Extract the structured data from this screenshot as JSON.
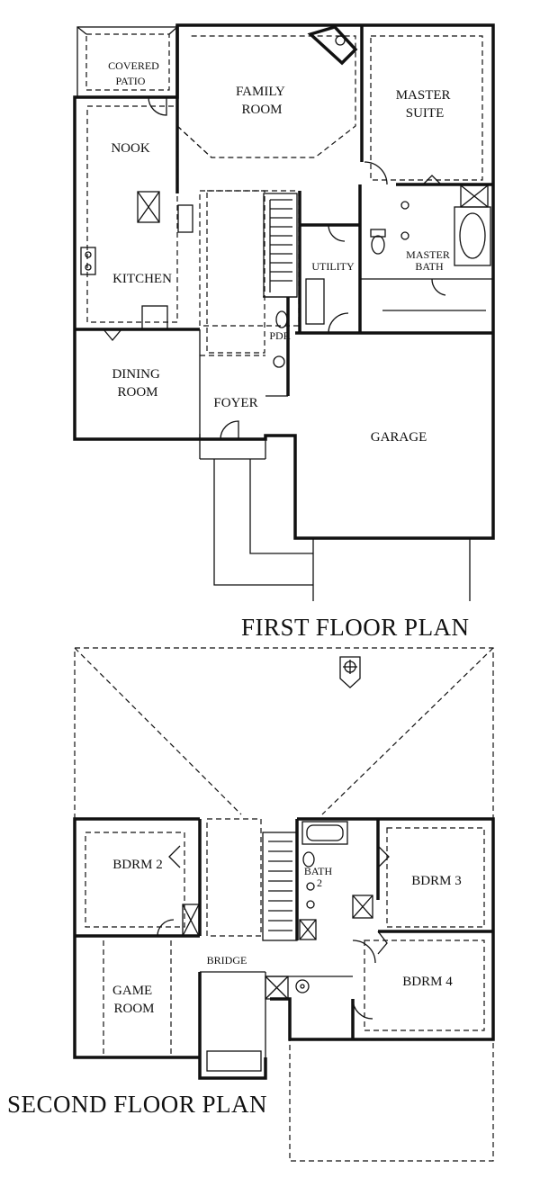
{
  "first_floor": {
    "title": "FIRST FLOOR PLAN",
    "rooms": {
      "covered_patio": [
        "COVERED",
        "PATIO"
      ],
      "family_room": [
        "FAMILY",
        "ROOM"
      ],
      "master_suite": [
        "MASTER",
        "SUITE"
      ],
      "nook": "NOOK",
      "kitchen": "KITCHEN",
      "utility": "UTILITY",
      "master_bath": [
        "MASTER",
        "BATH"
      ],
      "pdr": "PDR",
      "dining_room": [
        "DINING",
        "ROOM"
      ],
      "foyer": "FOYER",
      "garage": "GARAGE"
    }
  },
  "second_floor": {
    "title": "SECOND FLOOR PLAN",
    "rooms": {
      "bdrm2": "BDRM 2",
      "bath2": [
        "BATH",
        "2"
      ],
      "bdrm3": "BDRM 3",
      "bridge": "BRIDGE",
      "game_room": [
        "GAME",
        "ROOM"
      ],
      "bdrm4": "BDRM 4"
    }
  }
}
